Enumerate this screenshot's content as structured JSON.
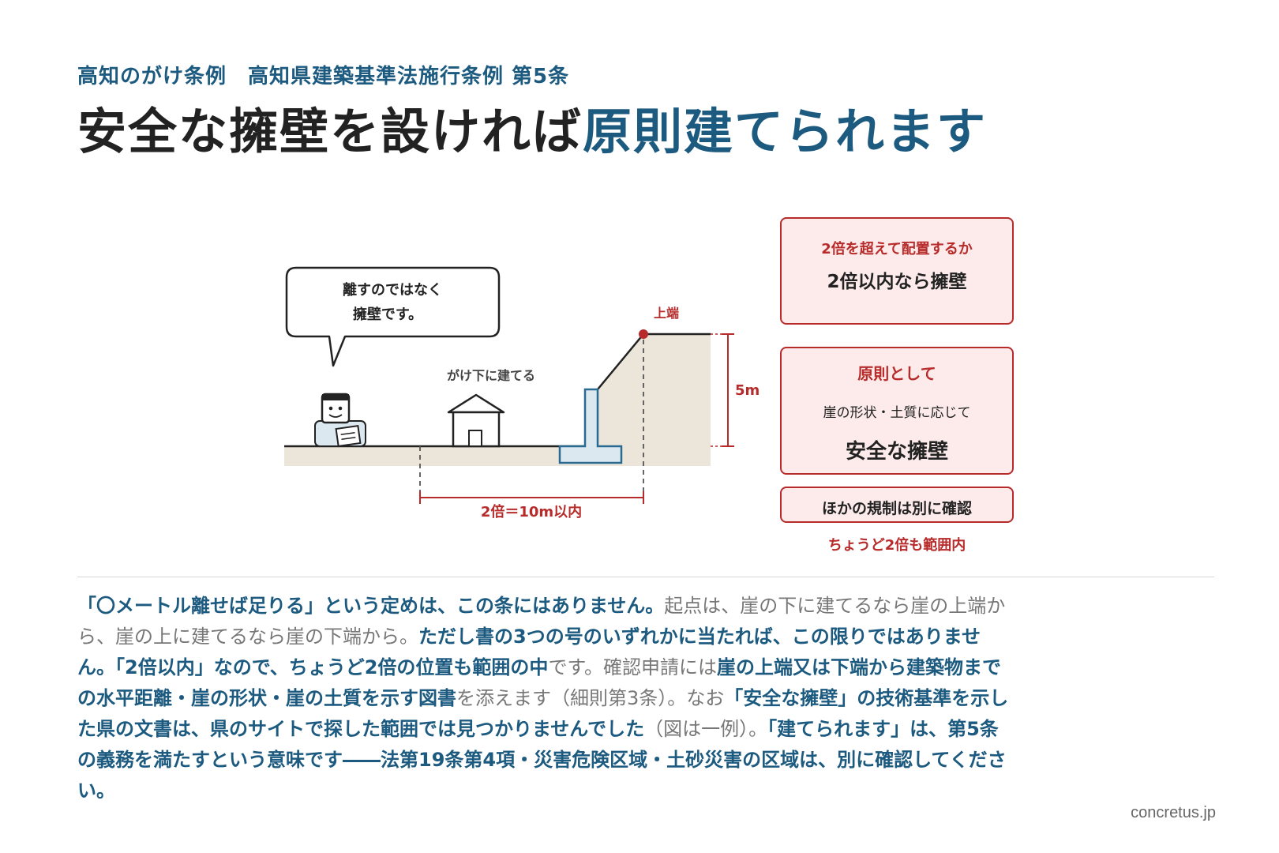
{
  "header": {
    "subtitle": "高知のがけ条例　高知県建築基準法施行条例 第5条",
    "title_plain": "安全な擁壁を設ければ",
    "title_accent": "原則建てられます"
  },
  "diagram": {
    "speech_line1": "離すのではなく",
    "speech_line2": "擁壁です。",
    "house_label": "がけ下に建てる",
    "top_edge_label": "上端",
    "height_label": "5m",
    "distance_label": "2倍＝10m以内"
  },
  "boxes": {
    "box1_line1": "2倍を超えて配置するか",
    "box1_line2": "2倍以内なら擁壁",
    "box2_line1": "原則として",
    "box2_line2": "崖の形状・土質に応じて",
    "box2_line3": "安全な擁壁",
    "box3_line1": "ほかの規制は別に確認",
    "note": "ちょうど2倍も範囲内"
  },
  "body": {
    "s1": "「〇メートル離せば足りる」という定めは、この条にはありません。",
    "s2": "起点は、崖の下に建てるなら崖の上端から、崖の上に建てるなら崖の下端から。",
    "s3": "ただし書の3つの号のいずれかに当たれば、この限りではありません。「2倍以内」なので、ちょうど2倍の位置も範囲の中",
    "s4": "です。確認申請には",
    "s5": "崖の上端又は下端から建築物までの水平距離・崖の形状・崖の土質を示す図書",
    "s6": "を添えます（細則第3条）。なお",
    "s7": "「安全な擁壁」の技術基準を示した県の文書は、県のサイトで探した範囲では見つかりませんでした",
    "s8": "（図は一例）。",
    "s9": "「建てられます」は、第5条の義務を満たすという意味です――法第19条第4項・災害危険区域・土砂災害の区域は、別に確認してください。"
  },
  "footer": {
    "credit": "concretus.jp"
  },
  "colors": {
    "accent_blue": "#1c5a80",
    "accent_red": "#b72b2b",
    "box_fill": "#fcebea",
    "ground_fill": "#ece6da",
    "wall_fill": "#dce8ef"
  }
}
